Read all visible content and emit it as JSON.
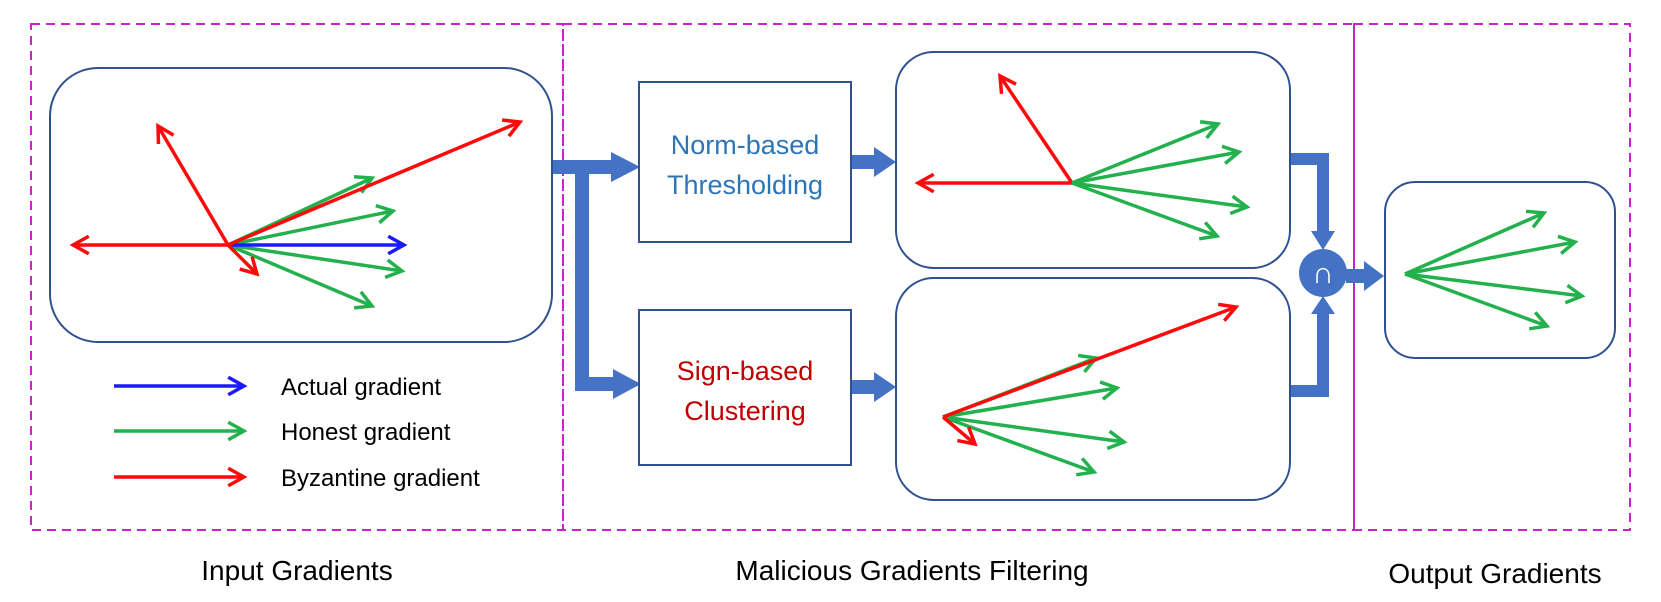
{
  "sections": {
    "input": "Input Gradients",
    "filtering": "Malicious Gradients Filtering",
    "output": "Output Gradients"
  },
  "filters": {
    "norm_line1": "Norm-based",
    "norm_line2": "Thresholding",
    "sign_line1": "Sign-based",
    "sign_line2": "Clustering"
  },
  "intersection_symbol": "∩",
  "legend": [
    {
      "label": "Actual gradient",
      "color": "#1a1aff"
    },
    {
      "label": "Honest gradient",
      "color": "#22b14c"
    },
    {
      "label": "Byzantine gradient",
      "color": "#ff0a0a"
    }
  ],
  "colors": {
    "actual": "#1a1aff",
    "honest": "#22b14c",
    "byzantine": "#ff0a0a",
    "flow_arrow": "#4472c4",
    "norm_text": "#2e75b6",
    "sign_text": "#c00000",
    "section_border": "#cc22cc",
    "panel_border": "#2f528f"
  }
}
